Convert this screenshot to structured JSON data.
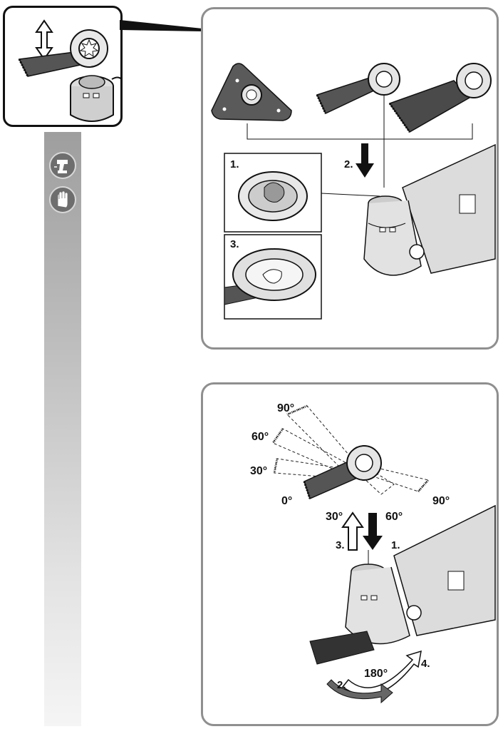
{
  "top_figure": {
    "step_1": "1.",
    "step_2": "2.",
    "step_3": "3."
  },
  "bottom_figure": {
    "angles": {
      "top_90": "90°",
      "left_60": "60°",
      "left_30": "30°",
      "bottom_0": "0°",
      "right_90": "90°"
    },
    "arrow_30": "30°",
    "arrow_60": "60°",
    "step_3": "3.",
    "step_1": "1.",
    "step_2": "2.",
    "step_4": "4.",
    "rotation": "180°"
  },
  "sidebar": {
    "icons": [
      "power-tool-battery-icon",
      "protective-gloves-icon"
    ]
  }
}
